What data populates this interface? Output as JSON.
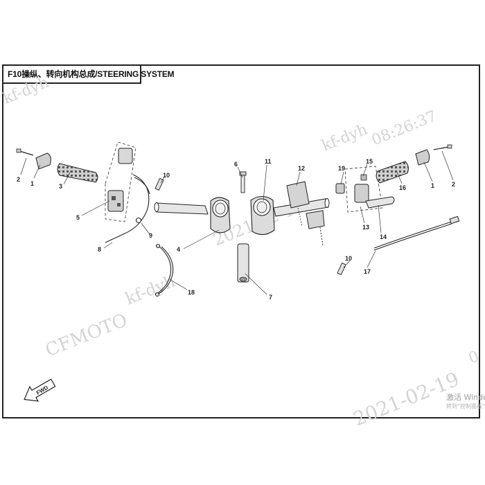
{
  "title": "F10操纵、转向机构总成/STEERING SYSTEM",
  "callouts": [
    {
      "id": "c2l",
      "label": "2"
    },
    {
      "id": "c1l",
      "label": "1"
    },
    {
      "id": "c3",
      "label": "3"
    },
    {
      "id": "c5",
      "label": "5"
    },
    {
      "id": "c9",
      "label": "9"
    },
    {
      "id": "c8",
      "label": "8"
    },
    {
      "id": "c10l",
      "label": "10"
    },
    {
      "id": "c4",
      "label": "4"
    },
    {
      "id": "c6",
      "label": "6"
    },
    {
      "id": "c11",
      "label": "11"
    },
    {
      "id": "c12",
      "label": "12"
    },
    {
      "id": "c7",
      "label": "7"
    },
    {
      "id": "c18",
      "label": "18"
    },
    {
      "id": "c19",
      "label": "19"
    },
    {
      "id": "c15",
      "label": "15"
    },
    {
      "id": "c16",
      "label": "16"
    },
    {
      "id": "c1r",
      "label": "1"
    },
    {
      "id": "c2r",
      "label": "2"
    },
    {
      "id": "c13",
      "label": "13"
    },
    {
      "id": "c14",
      "label": "14"
    },
    {
      "id": "c10r",
      "label": "10"
    },
    {
      "id": "c17",
      "label": "17"
    }
  ],
  "watermarks": {
    "brand": "CFMOTO",
    "user_a": "kf-dyh",
    "user_b": "kf-dyh",
    "user_c": "kf-dyh",
    "date_a": "2021-02-19",
    "date_b": "2021-02-19",
    "time_a": "08:26:37",
    "time_b": "0",
    "fwd": "FWD"
  },
  "system_overlay": {
    "line1": "激活 Windo",
    "line2": "转到“控制面板”"
  },
  "colors": {
    "ink": "#222222",
    "watermark": "#d4d4d4",
    "part_fill": "#d9d9d9"
  }
}
